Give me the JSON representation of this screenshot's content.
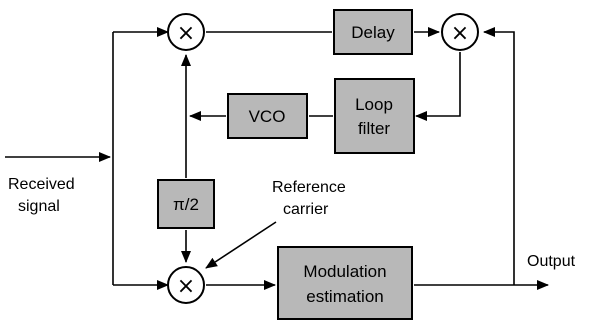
{
  "blocks": {
    "delay": "Delay",
    "loop_filter": [
      "Loop",
      "filter"
    ],
    "vco": "VCO",
    "phase_shift": "π/2",
    "modulation_estimation": [
      "Modulation",
      "estimation"
    ]
  },
  "labels": {
    "received_signal": [
      "Received",
      "signal"
    ],
    "reference_carrier": [
      "Reference",
      "carrier"
    ],
    "output": "Output"
  },
  "multiplier_symbol": "×"
}
